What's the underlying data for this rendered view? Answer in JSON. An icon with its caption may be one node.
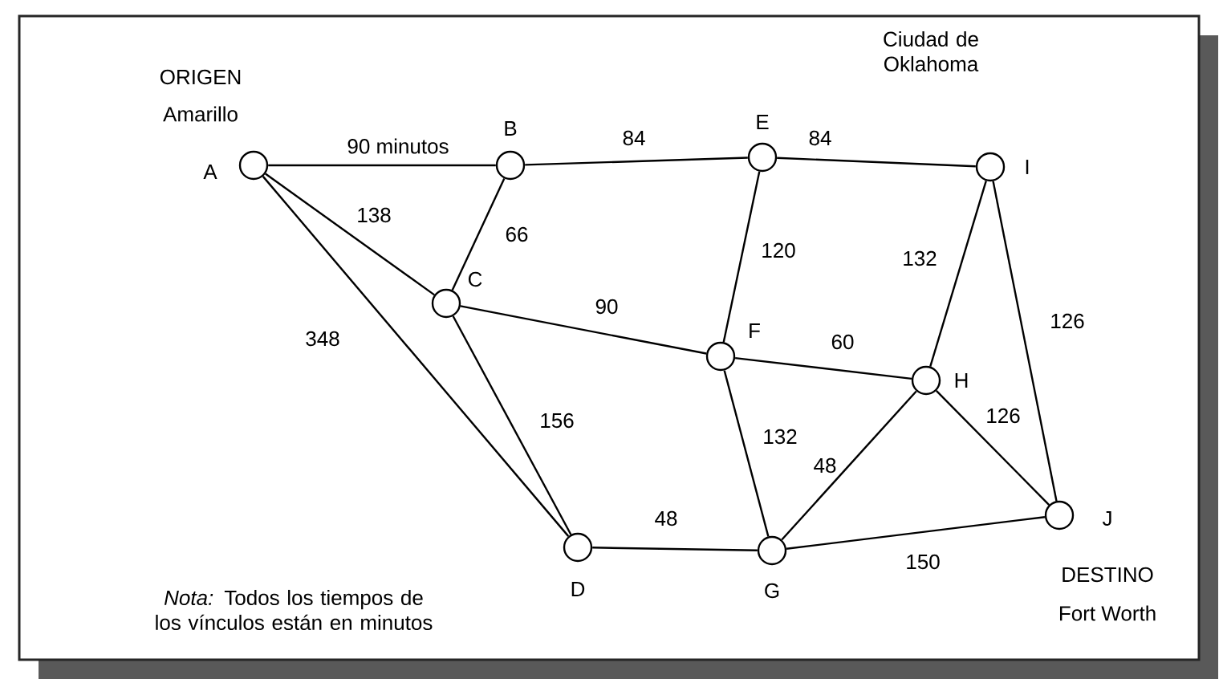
{
  "diagram": {
    "nodes": [
      {
        "text": [],
        "shape": "circle",
        "beside": [
          "ORIGEN",
          "Amarillo",
          "A"
        ]
      },
      {
        "text": [],
        "shape": "circle",
        "beside": [
          "B"
        ]
      },
      {
        "text": [],
        "shape": "circle",
        "beside": [
          "C"
        ]
      },
      {
        "text": [],
        "shape": "circle",
        "beside": [
          "D"
        ]
      },
      {
        "text": [],
        "shape": "circle",
        "beside": [
          "E"
        ]
      },
      {
        "text": [],
        "shape": "circle",
        "beside": [
          "F"
        ]
      },
      {
        "text": [],
        "shape": "circle",
        "beside": [
          "G"
        ]
      },
      {
        "text": [],
        "shape": "circle",
        "beside": [
          "H"
        ]
      },
      {
        "text": [],
        "shape": "circle",
        "beside": [
          "Ciudad de Oklahoma",
          "I"
        ]
      },
      {
        "text": [],
        "shape": "circle",
        "beside": [
          "J",
          "DESTINO",
          "Fort Worth"
        ]
      }
    ],
    "edges": [
      {
        "from": 0,
        "to": 1,
        "arrow": "none",
        "label": "90 minutos"
      },
      {
        "from": 0,
        "to": 2,
        "arrow": "none",
        "label": "138"
      },
      {
        "from": 0,
        "to": 3,
        "arrow": "none",
        "label": "348"
      },
      {
        "from": 1,
        "to": 2,
        "arrow": "none",
        "label": "66"
      },
      {
        "from": 1,
        "to": 4,
        "arrow": "none",
        "label": "84"
      },
      {
        "from": 2,
        "to": 5,
        "arrow": "none",
        "label": "90"
      },
      {
        "from": 2,
        "to": 3,
        "arrow": "none",
        "label": "156"
      },
      {
        "from": 4,
        "to": 8,
        "arrow": "none",
        "label": "84"
      },
      {
        "from": 4,
        "to": 5,
        "arrow": "none",
        "label": "120"
      },
      {
        "from": 5,
        "to": 7,
        "arrow": "none",
        "label": "60"
      },
      {
        "from": 5,
        "to": 6,
        "arrow": "none",
        "label": "132"
      },
      {
        "from": 7,
        "to": 8,
        "arrow": "none",
        "label": "132"
      },
      {
        "from": 7,
        "to": 6,
        "arrow": "none",
        "label": "48"
      },
      {
        "from": 7,
        "to": 9,
        "arrow": "none",
        "label": "126"
      },
      {
        "from": 8,
        "to": 9,
        "arrow": "none",
        "label": "126"
      },
      {
        "from": 3,
        "to": 6,
        "arrow": "none",
        "label": "48"
      },
      {
        "from": 6,
        "to": 9,
        "arrow": "none",
        "label": "150"
      }
    ],
    "labels": [
      "*Nota:* Todos los tiempos de los vínculos están en minutos"
    ]
  }
}
